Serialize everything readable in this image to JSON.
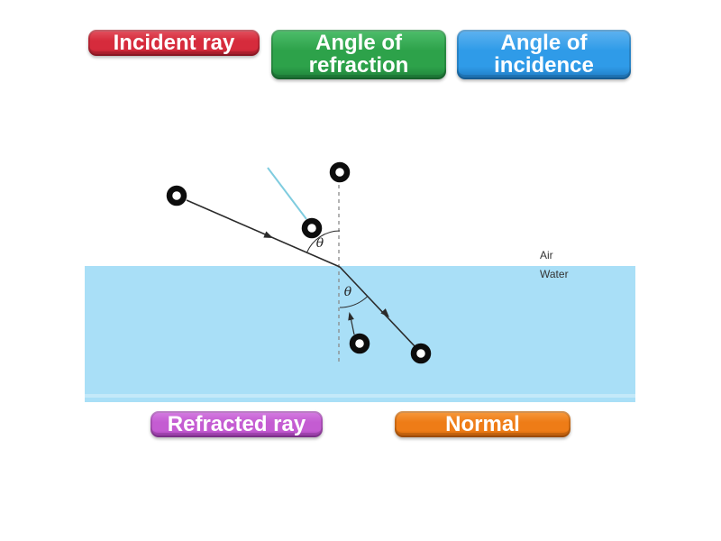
{
  "page": {
    "background": "#ffffff"
  },
  "tiles": [
    {
      "label": "Incident ray",
      "color": "#d62b3c",
      "color_dark": "#b31e2e",
      "color_light": "#e35461"
    },
    {
      "label": "Angle of refraction",
      "color": "#2da24a",
      "color_dark": "#1f7f3a",
      "color_light": "#4fbe6c"
    },
    {
      "label": "Angle of incidence",
      "color": "#2f9be8",
      "color_dark": "#1f79c0",
      "color_light": "#5fb3f0"
    },
    {
      "label": "Refracted ray",
      "color": "#c45cd2",
      "color_dark": "#a23bb5",
      "color_light": "#d57ee2"
    },
    {
      "label": "Normal",
      "color": "#ee7c17",
      "color_dark": "#cc620b",
      "color_light": "#f79b3f"
    }
  ],
  "diagram": {
    "air_label": "Air",
    "water_label": "Water",
    "theta_upper": "θ",
    "theta_lower": "θ",
    "water_color": "#a9dff7",
    "ink_color": "#2b2b2b",
    "normal_line_color": "#8a8a8a",
    "highlight_line_color": "#7fccdf",
    "pin_ring_color": "#0d0d0d"
  }
}
